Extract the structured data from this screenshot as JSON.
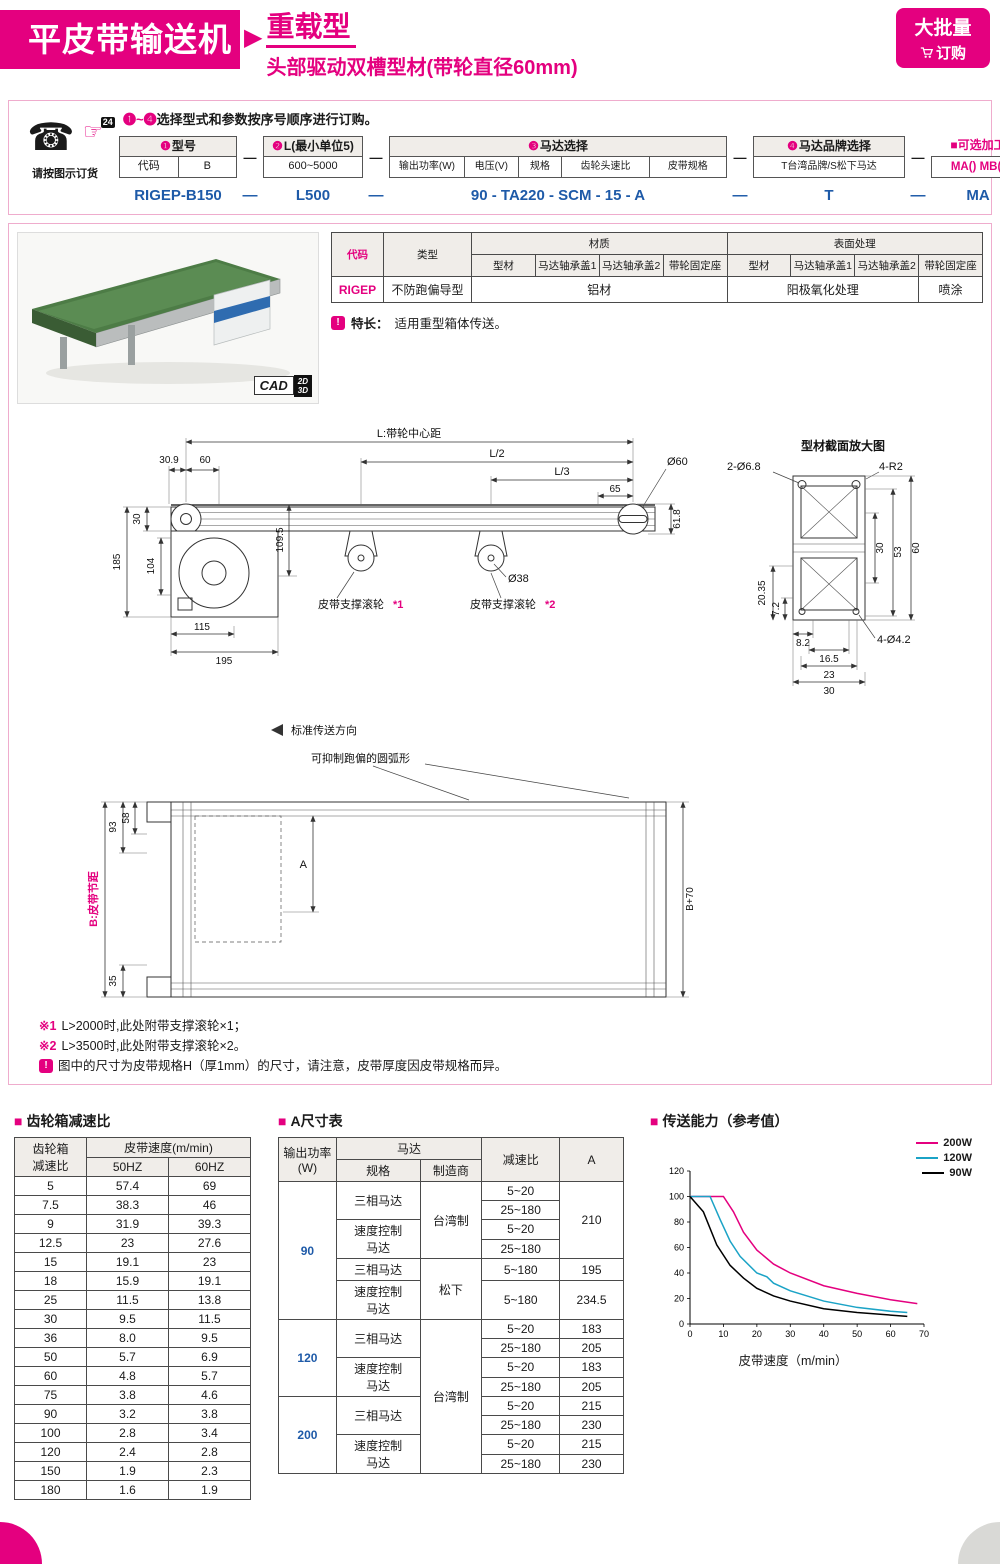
{
  "colors": {
    "magenta": "#e4007f",
    "blue": "#1e5aa8",
    "cyan": "#1ba3c6",
    "black": "#000000"
  },
  "header": {
    "title": "平皮带输送机",
    "arrow": "▶",
    "type_label": "重载型",
    "subtitle": "头部驱动双槽型材(带轮直径60mm)",
    "badge_line1": "大批量",
    "badge_line2": "订购"
  },
  "ordering": {
    "phone_caption": "请按图示订货",
    "phone_24": "24",
    "instruction_nums": "❶~❹",
    "instruction_text": "选择型式和参数按序号顺序进行订购。",
    "dash": "—",
    "model_num": "❶",
    "model_title": "型号",
    "model_code_label": "代码",
    "model_code_value": "B",
    "model_example": "RIGEP-B150",
    "len_num": "❷",
    "len_title": "L(最小单位5)",
    "len_range": "600~5000",
    "len_example": "L500",
    "motor_num": "❸",
    "motor_title": "马达选择",
    "motor_col1": "输出功率(W)",
    "motor_col2": "电压(V)",
    "motor_col3": "规格",
    "motor_col4": "齿轮头速比",
    "motor_col5": "皮带规格",
    "motor_example": "90 - TA220 - SCM - 15 - A",
    "brand_num": "❹",
    "brand_title": "马达品牌选择",
    "brand_sub": "T台湾品牌/S松下马达",
    "brand_example": "T",
    "optional_marker": "■",
    "optional_title": "可选加工",
    "optional_value": "MA() MB()",
    "optional_example": "MA"
  },
  "spec_table": {
    "hrows": 2,
    "rows": [
      [
        {
          "t": "代码",
          "rs": 2,
          "cls": "magenta-text bold"
        },
        {
          "t": "类型",
          "rs": 2
        },
        {
          "t": "材质",
          "cs": 4
        },
        {
          "t": "表面处理",
          "cs": 4
        }
      ],
      [
        {
          "t": "型材"
        },
        {
          "t": "马达轴承盖1"
        },
        {
          "t": "马达轴承盖2"
        },
        {
          "t": "带轮固定座"
        },
        {
          "t": "型材"
        },
        {
          "t": "马达轴承盖1"
        },
        {
          "t": "马达轴承盖2"
        },
        {
          "t": "带轮固定座"
        }
      ],
      [
        {
          "t": "RIGEP",
          "cls": "magenta-text bold"
        },
        {
          "t": "不防跑偏导型"
        },
        {
          "t": "铝材",
          "cs": 4
        },
        {
          "t": "阳极氧化处理",
          "cs": 3
        },
        {
          "t": "喷涂"
        }
      ]
    ]
  },
  "feature": {
    "icon": "!",
    "label": "特长：",
    "text": "适用重型箱体传送。"
  },
  "cad": {
    "label": "CAD",
    "d1": "2D",
    "d2": "3D"
  },
  "drawing": {
    "side": {
      "L": "L:带轮中心距",
      "L2": "L/2",
      "L3": "L/3",
      "n65": "65",
      "dia60": "Ø60",
      "n309": "30.9",
      "n60": "60",
      "n1095": "109.5",
      "n30": "30",
      "n185": "185",
      "n104": "104",
      "n115": "115",
      "n195": "195",
      "n618": "61.8",
      "dia38": "Ø38",
      "roller": "皮带支撑滚轮",
      "r1mark": "*1",
      "r2mark": "*2"
    },
    "plan": {
      "direction": "标准传送方向",
      "arc": "可抑制跑偏的圆弧形",
      "n93": "93",
      "n58": "58",
      "pitch": "B:皮带节距",
      "n35": "35",
      "A": "A",
      "B70": "B+70"
    },
    "sect": {
      "title": "型材截面放大图",
      "holes68": "2-Ø6.8",
      "r2": "4-R2",
      "n30": "30",
      "n53": "53",
      "n60": "60",
      "n2035": "20.35",
      "n72": "7.2",
      "n82": "8.2",
      "n165": "16.5",
      "n23": "23",
      "n30b": "30",
      "holes42": "4-Ø4.2"
    }
  },
  "notes": {
    "icon": "!",
    "n1m": "※1",
    "n1": "L>2000时,此处附带支撑滚轮×1；",
    "n2m": "※2",
    "n2": "L>3500时,此处附带支撑滚轮×2。",
    "n3": "图中的尺寸为皮带规格H（厚1mm）的尺寸，请注意，皮带厚度因皮带规格而异。"
  },
  "bottom": {
    "marker": "■",
    "gear_heading": "齿轮箱减速比",
    "a_heading": "A尺寸表",
    "chart_heading": "传送能力（参考值）"
  },
  "gear_table": {
    "hrows": 2,
    "rows": [
      [
        {
          "t": "齿轮箱\n减速比",
          "rs": 2
        },
        {
          "t": "皮带速度(m/min)",
          "cs": 2
        }
      ],
      [
        {
          "t": "50HZ"
        },
        {
          "t": "60HZ"
        }
      ],
      [
        "5",
        "57.4",
        "69"
      ],
      [
        "7.5",
        "38.3",
        "46"
      ],
      [
        "9",
        "31.9",
        "39.3"
      ],
      [
        "12.5",
        "23",
        "27.6"
      ],
      [
        "15",
        "19.1",
        "23"
      ],
      [
        "18",
        "15.9",
        "19.1"
      ],
      [
        "25",
        "11.5",
        "13.8"
      ],
      [
        "30",
        "9.5",
        "11.5"
      ],
      [
        "36",
        "8.0",
        "9.5"
      ],
      [
        "50",
        "5.7",
        "6.9"
      ],
      [
        "60",
        "4.8",
        "5.7"
      ],
      [
        "75",
        "3.8",
        "4.6"
      ],
      [
        "90",
        "3.2",
        "3.8"
      ],
      [
        "100",
        "2.8",
        "3.4"
      ],
      [
        "120",
        "2.4",
        "2.8"
      ],
      [
        "150",
        "1.9",
        "2.3"
      ],
      [
        "180",
        "1.6",
        "1.9"
      ]
    ]
  },
  "a_table": {
    "hrows": 2,
    "rows": [
      [
        {
          "t": "输出功率\n(W)",
          "rs": 2
        },
        {
          "t": "马达",
          "cs": 2
        },
        {
          "t": "减速比",
          "rs": 2
        },
        {
          "t": "A",
          "rs": 2
        }
      ],
      [
        {
          "t": "规格"
        },
        {
          "t": "制造商"
        }
      ],
      [
        {
          "t": "90",
          "rs": 6,
          "cls": "blue"
        },
        {
          "t": "三相马达",
          "rs": 2
        },
        {
          "t": "台湾制",
          "rs": 4
        },
        {
          "t": "5~20"
        },
        {
          "t": "210",
          "rs": 4
        }
      ],
      [
        {
          "t": "25~180"
        }
      ],
      [
        {
          "t": "速度控制\n马达",
          "rs": 2
        },
        {
          "t": "5~20"
        }
      ],
      [
        {
          "t": "25~180"
        }
      ],
      [
        {
          "t": "三相马达"
        },
        {
          "t": "松下",
          "rs": 2
        },
        {
          "t": "5~180"
        },
        {
          "t": "195"
        }
      ],
      [
        {
          "t": "速度控制\n马达"
        },
        {
          "t": "5~180"
        },
        {
          "t": "234.5"
        }
      ],
      [
        {
          "t": "120",
          "rs": 4,
          "cls": "blue"
        },
        {
          "t": "三相马达",
          "rs": 2
        },
        {
          "t": "台湾制",
          "rs": 8
        },
        {
          "t": "5~20"
        },
        {
          "t": "183"
        }
      ],
      [
        {
          "t": "25~180"
        },
        {
          "t": "205"
        }
      ],
      [
        {
          "t": "速度控制\n马达",
          "rs": 2
        },
        {
          "t": "5~20"
        },
        {
          "t": "183"
        }
      ],
      [
        {
          "t": "25~180"
        },
        {
          "t": "205"
        }
      ],
      [
        {
          "t": "200",
          "rs": 4,
          "cls": "blue"
        },
        {
          "t": "三相马达",
          "rs": 2
        },
        {
          "t": "5~20"
        },
        {
          "t": "215"
        }
      ],
      [
        {
          "t": "25~180"
        },
        {
          "t": "230"
        }
      ],
      [
        {
          "t": "速度控制\n马达",
          "rs": 2
        },
        {
          "t": "5~20"
        },
        {
          "t": "215"
        }
      ],
      [
        {
          "t": "25~180"
        },
        {
          "t": "230"
        }
      ]
    ]
  },
  "chart_data": {
    "type": "line",
    "title": "传送能力（参考值）",
    "xlabel": "皮带速度（m/min）",
    "ylabel": "",
    "xlim": [
      0,
      70
    ],
    "ylim": [
      0,
      120
    ],
    "x_ticks": [
      0,
      10,
      20,
      30,
      40,
      50,
      60,
      70
    ],
    "y_ticks": [
      0,
      20,
      40,
      60,
      80,
      100,
      120
    ],
    "grid": false,
    "legend_position": "top-right",
    "series": [
      {
        "name": "200W",
        "color": "#e4007f",
        "x": [
          0,
          10,
          13,
          16,
          20,
          25,
          30,
          40,
          50,
          60,
          68
        ],
        "y": [
          100,
          100,
          88,
          72,
          58,
          47,
          40,
          30,
          24,
          19,
          16
        ]
      },
      {
        "name": "120W",
        "color": "#1ba3c6",
        "x": [
          0,
          6,
          9,
          12,
          15,
          20,
          23,
          25,
          30,
          40,
          50,
          60,
          65
        ],
        "y": [
          100,
          100,
          82,
          65,
          53,
          40,
          37,
          32,
          26,
          18,
          13,
          10,
          9
        ]
      },
      {
        "name": "90W",
        "color": "#000000",
        "x": [
          0,
          4,
          8,
          12,
          16,
          20,
          25,
          30,
          40,
          50,
          60,
          65
        ],
        "y": [
          100,
          88,
          62,
          46,
          36,
          28,
          22,
          18,
          12,
          9,
          7,
          6
        ]
      }
    ]
  }
}
